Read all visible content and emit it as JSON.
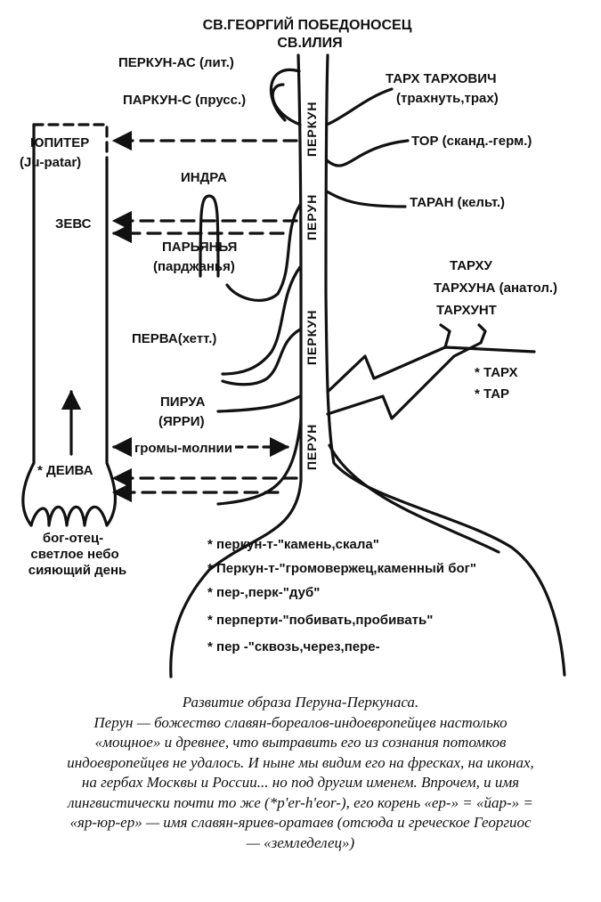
{
  "top": {
    "title1": "СВ.ГЕОРГИЙ ПОБЕДОНОСЕЦ",
    "title2": "СВ.ИЛИЯ"
  },
  "left_branch": {
    "perkun_as": "ПЕРКУН-АС (лит.)",
    "parkun_s": "ПАРКУН-С (прусс.)",
    "indra": "ИНДРА",
    "parjanya": "ПАРЬЯНЬЯ",
    "parjanya_note": "(парджанья)",
    "perva": "ПЕРВА(хетт.)",
    "pirua": "ПИРУА",
    "pirua_note": "(ЯРРИ)"
  },
  "right_branch": {
    "tarkh_tarkhovich": "ТАРХ ТАРХОВИЧ",
    "tarkh_note": "(трахнуть,трах)",
    "tor": "ТОР (сканд.-герм.)",
    "taran": "ТАРАН (кельт.)",
    "tarkhu": "ТАРХУ",
    "tarkhuna": "ТАРХУНА (анатол.)",
    "tarkhunt": "ТАРХУНТ",
    "tarkh": "* ТАРХ",
    "tar": "* ТАР"
  },
  "trunk_labels": [
    "ПЕРКУН",
    "ПЕРУН",
    "ПЕРКУН",
    "ПЕРУН"
  ],
  "pillar": {
    "jupiter": "ЮПИТЕР",
    "jupiter_note": "(Ju-patar)",
    "zeus": "ЗЕВС",
    "deiva": "* ДЕИВА",
    "thunder": "громы-молнии",
    "bottom1": "бог-отец-",
    "bottom2": "светлое небо",
    "bottom3": "сияющий день"
  },
  "roots": [
    "* перкун-т-\"камень,скала\"",
    "* Перкун-т-\"громовержец,каменный бог\"",
    "* пер-,перк-\"дуб\"",
    "* перперти-\"побивать,пробивать\"",
    "* пер -\"сквозь,через,пере-"
  ],
  "caption": [
    "Развитие образа Перуна-Перкунаса.",
    "Перун — божество славян-бореалов-индоевропейцев настолько",
    "«мощное» и древнее, что вытравить его из сознания потомков",
    "индоевропейцев не удалось. И ныне мы видим его на фресках, на иконах,",
    "на гербах Москвы и России... но под другим именем. Впрочем, и имя",
    "лингвистически почти то же (*p'er-h'eor-), его корень «ер-» = «йар-» =",
    "«яр-юр-ер» — имя славян-яриев-оратаев (отсюда и греческое Георгиос",
    "— «земледелец»)"
  ]
}
